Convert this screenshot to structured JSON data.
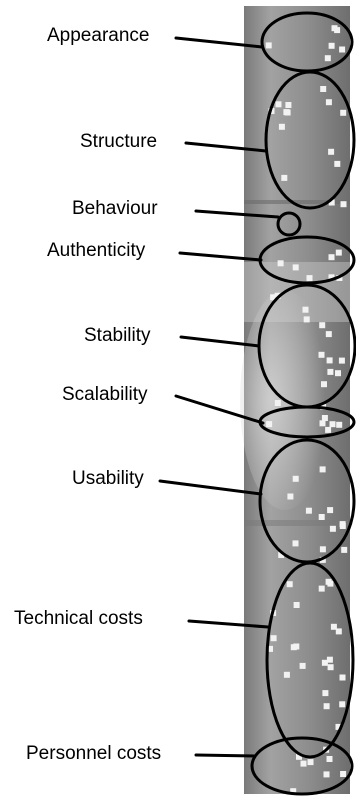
{
  "categories": [
    {
      "id": "appearance",
      "label": "Appearance"
    },
    {
      "id": "structure",
      "label": "Structure"
    },
    {
      "id": "behaviour",
      "label": "Behaviour"
    },
    {
      "id": "authenticity",
      "label": "Authenticity"
    },
    {
      "id": "stability",
      "label": "Stability"
    },
    {
      "id": "scalability",
      "label": "Scalability"
    },
    {
      "id": "usability",
      "label": "Usability"
    },
    {
      "id": "technical",
      "label": "Technical costs"
    },
    {
      "id": "personnel",
      "label": "Personnel costs"
    }
  ]
}
